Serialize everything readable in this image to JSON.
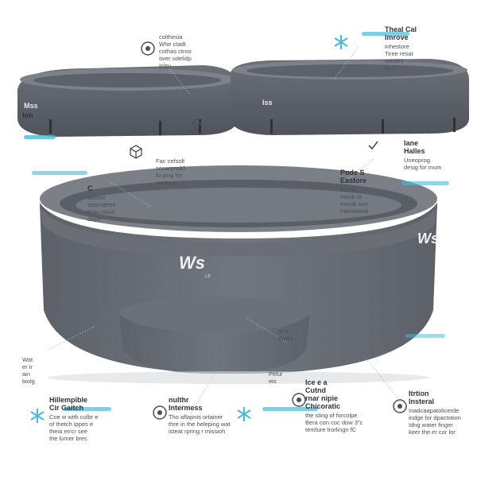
{
  "callouts": {
    "top_center": {
      "title": "",
      "lines": [
        "colthesia",
        "Whe ctadt",
        "cothas ctroo",
        "over udelidp",
        "icisu"
      ]
    },
    "top_right": {
      "title": "Theal Cal",
      "title2": "Imrove",
      "lines": [
        "inhestore",
        "Tiree resat",
        "satsins",
        "fly c"
      ]
    },
    "left_upper": {
      "title": "Ion",
      "lines": []
    },
    "mid_left": {
      "title": "C",
      "lines": [
        "Ipllisse",
        "seornafree",
        "trom casul",
        "dape"
      ]
    },
    "mid_center": {
      "title": "",
      "lines": [
        "Fac cefsolt",
        "secarpnold",
        "fo ping for",
        "wonuno"
      ]
    },
    "right_upper": {
      "title": "Iane",
      "title2": "Halles",
      "lines": [
        "Uneoprog",
        "desig for mum"
      ]
    },
    "right_mid": {
      "title": "Pode S",
      "title2": "Eastore",
      "lines": [
        "13 hle",
        "mindr or",
        "mondi stor",
        "transatone"
      ]
    },
    "center_small": {
      "lines": [
        "er o",
        "Watut"
      ]
    },
    "left_low": {
      "lines": [
        "Wat",
        "er ir",
        "ain",
        "biolg"
      ]
    },
    "lower_center_small": {
      "lines": [
        "Pelur",
        "eis"
      ]
    },
    "bottom_1": {
      "title": "Hillempible",
      "title2": "Cir Gaitch",
      "lines": [
        "Coe w with culbr e",
        "of thetch ippes e",
        "theia errcr see",
        "the lumer brec"
      ]
    },
    "bottom_2": {
      "title": "nulthr",
      "title2": "Intermess",
      "lines": [
        "Tho aflapnis ortainer",
        "thre in the heleping wat",
        "isteat rpring r missioh"
      ]
    },
    "bottom_3": {
      "title": "Ice e a",
      "title2": "Cutnd",
      "title3": "rnar nipie",
      "title4": "Chicoratic",
      "lines": [
        "the sting of forcolpe",
        "Bera con coc dow 3\"c",
        "temfure trorlingn fC"
      ]
    },
    "bottom_4": {
      "title": "Itrtion",
      "title2": "Insteral",
      "lines": [
        "Inadcaapatolicerde",
        "indge for dpactotion",
        "Idng water finger",
        "keer the er cor lor"
      ]
    }
  },
  "brand": {
    "top_left_logo": "Mss",
    "top_right_logo": "Iss",
    "center_logo": "Ws",
    "right_logo": "Ws",
    "pool_label": "Ltt"
  },
  "colors": {
    "pool_dark": "#5d6269",
    "pool_mid": "#6f747b",
    "pool_light": "#888d94",
    "accent": "#48b9d6",
    "water": "#8a9096"
  },
  "icons": [
    "gear-icon",
    "snowflake-icon",
    "check-icon",
    "box-icon",
    "arrow-up-icon"
  ]
}
